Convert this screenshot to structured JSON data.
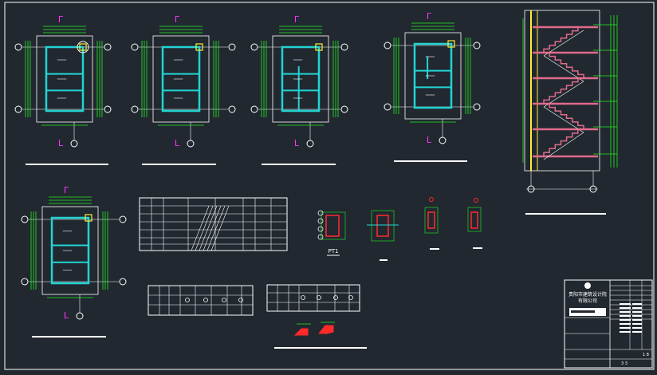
{
  "colors": {
    "background": "#212830",
    "frame": "#ffffff",
    "wall": "#22d4d4",
    "dimension": "#22ee22",
    "section_mark": "#ff33ff",
    "highlight": "#ffee33",
    "stair_fill": "#e06b8a",
    "detail_red": "#ff2a2a"
  },
  "plan_labels": {
    "section_top": "Γ",
    "section_bottom": "L"
  },
  "detail_label": "PT1",
  "title_block": {
    "company_line1": "贵阳市建筑设计院",
    "company_line2": "有限公司",
    "sheet_number": "1 8",
    "page_number": "3 3"
  }
}
